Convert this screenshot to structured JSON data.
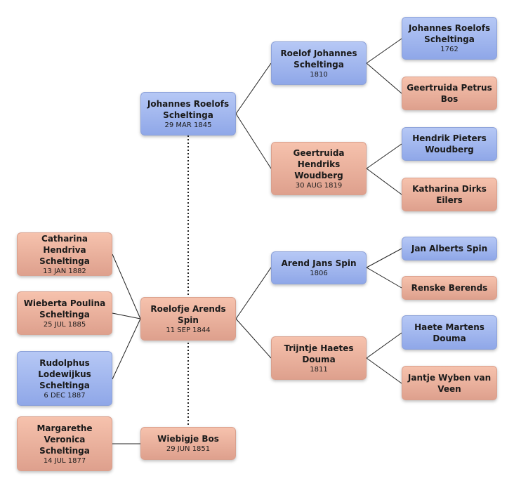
{
  "colors": {
    "male": "#9db3ee",
    "female": "#f0b29d",
    "connector": "#222222"
  },
  "persons": {
    "root": {
      "name": "Johannes Roelofs Scheltinga",
      "date": "29 MAR 1845",
      "sex": "male"
    },
    "spouse1": {
      "name": "Roelofje Arends Spin",
      "date": "11 SEP 1844",
      "sex": "female"
    },
    "spouse2": {
      "name": "Wiebigje Bos",
      "date": "29 JUN 1851",
      "sex": "female"
    },
    "father": {
      "name": "Roelof Johannes Scheltinga",
      "date": "1810",
      "sex": "male"
    },
    "mother": {
      "name": "Geertruida Hendriks Woudberg",
      "date": "30 AUG 1819",
      "sex": "female"
    },
    "pgf": {
      "name": "Johannes Roelofs Scheltinga",
      "date": "1762",
      "sex": "male"
    },
    "pgm": {
      "name": "Geertruida Petrus Bos",
      "date": "",
      "sex": "female"
    },
    "mgf": {
      "name": "Hendrik Pieters Woudberg",
      "date": "",
      "sex": "male"
    },
    "mgm": {
      "name": "Katharina Dirks Eilers",
      "date": "",
      "sex": "female"
    },
    "s1father": {
      "name": "Arend Jans Spin",
      "date": "1806",
      "sex": "male"
    },
    "s1mother": {
      "name": "Trijntje Haetes Douma",
      "date": "1811",
      "sex": "female"
    },
    "s1pgf": {
      "name": "Jan Alberts Spin",
      "date": "",
      "sex": "male"
    },
    "s1pgm": {
      "name": "Renske Berends",
      "date": "",
      "sex": "female"
    },
    "s1mgf": {
      "name": "Haete Martens Douma",
      "date": "",
      "sex": "male"
    },
    "s1mgm": {
      "name": "Jantje Wyben van Veen",
      "date": "",
      "sex": "female"
    },
    "child1": {
      "name": "Catharina Hendriva Scheltinga",
      "date": "13 JAN 1882",
      "sex": "female"
    },
    "child2": {
      "name": "Wieberta Poulina Scheltinga",
      "date": "25 JUL 1885",
      "sex": "female"
    },
    "child3": {
      "name": "Rudolphus Lodewijkus Scheltinga",
      "date": "6 DEC 1887",
      "sex": "male"
    },
    "child4": {
      "name": "Margarethe Veronica Scheltinga",
      "date": "14 JUL 1877",
      "sex": "female"
    }
  }
}
